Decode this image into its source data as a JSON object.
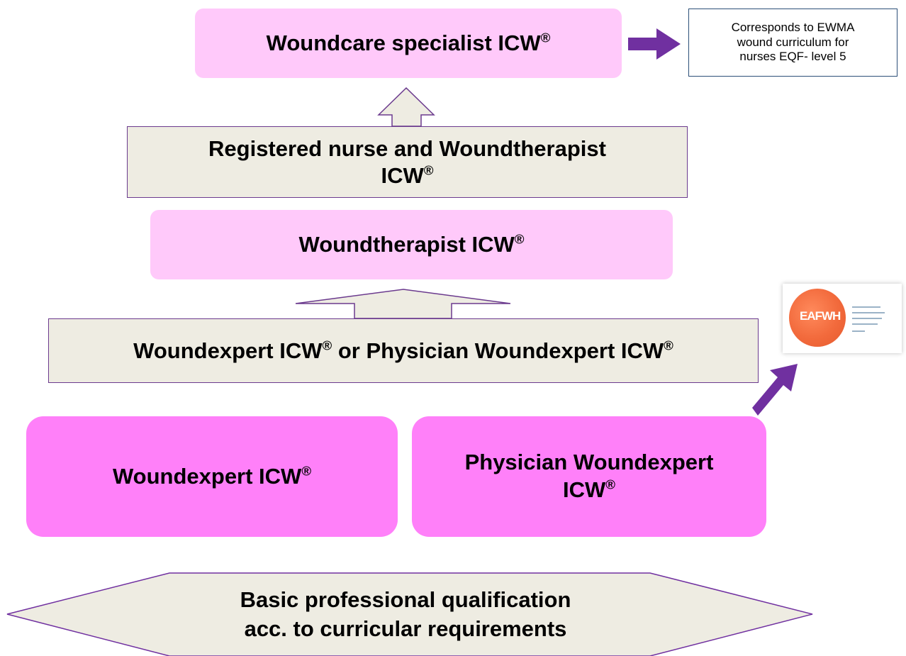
{
  "boxes": {
    "specialist": {
      "text": "Woundcare specialist ICW",
      "reg": "®"
    },
    "registered": {
      "line1": "Registered nurse and Woundtherapist",
      "line2": "ICW",
      "reg": "®"
    },
    "therapist": {
      "text": "Woundtherapist ICW",
      "reg": "®"
    },
    "expert_or": {
      "part1": "Woundexpert ICW",
      "reg1": "®",
      "part2": " or Physician Woundexpert ICW",
      "reg2": "®"
    },
    "woundexpert": {
      "text": "Woundexpert ICW",
      "reg": "®"
    },
    "physician": {
      "line1": "Physician Woundexpert",
      "line2": "ICW",
      "reg": "®"
    },
    "basic": {
      "line1": "Basic professional qualification",
      "line2": "acc. to curricular requirements"
    },
    "ewma_note": {
      "line1": "Corresponds to EWMA",
      "line2": "wound curriculum for",
      "line3": "nurses EQF- level 5"
    }
  },
  "logo": {
    "name": "EAFWH",
    "icon": "eafwh-logo"
  },
  "colors": {
    "pink_light": "#ffc9fa",
    "pink_strong": "#ff80f9",
    "beige": "#eeece2",
    "purple": "#7030a0",
    "outline": "#6b3a8e"
  }
}
